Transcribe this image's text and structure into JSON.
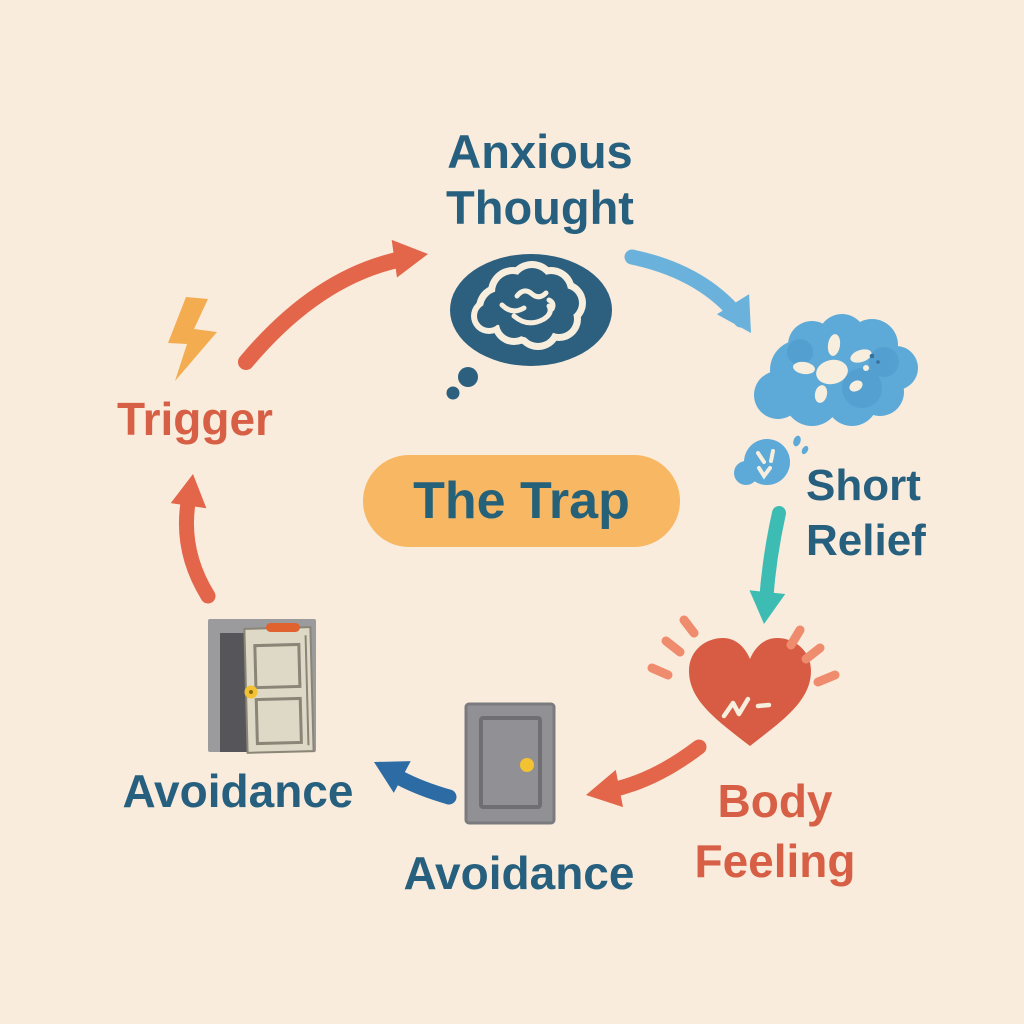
{
  "background_color": "#f9ecdc",
  "center_pill": {
    "label": "The Trap",
    "fill": "#f7b763",
    "text_color": "#256179"
  },
  "nodes": [
    {
      "id": "trigger",
      "label": "Trigger",
      "icon": "lightning-bolt-icon",
      "label_color": "#d75f45"
    },
    {
      "id": "anxious-thought",
      "label": "Anxious Thought",
      "icon": "thought-bubble-brain-icon",
      "label_color": "#27607f"
    },
    {
      "id": "short-relief",
      "label": "Short Relief",
      "icon": "relief-clouds-icon",
      "label_color": "#27607f"
    },
    {
      "id": "body-feeling",
      "label": "Body Feeling",
      "icon": "heart-pulse-icon",
      "label_color": "#d75f45"
    },
    {
      "id": "avoidance-closed-door",
      "label": "Avoidance",
      "icon": "closed-door-icon",
      "label_color": "#27607f"
    },
    {
      "id": "avoidance-open-door",
      "label": "Avoidance",
      "icon": "open-door-icon",
      "label_color": "#27607f"
    }
  ],
  "arrows": [
    {
      "from": "trigger",
      "to": "anxious-thought",
      "color": "#e3654a"
    },
    {
      "from": "anxious-thought",
      "to": "short-relief",
      "color": "#6ab1dc"
    },
    {
      "from": "short-relief",
      "to": "body-feeling",
      "color": "#3dbcb4"
    },
    {
      "from": "body-feeling",
      "to": "avoidance-closed-door",
      "color": "#e3654a"
    },
    {
      "from": "avoidance-closed-door",
      "to": "avoidance-open-door",
      "color": "#2c6ba3"
    },
    {
      "from": "avoidance-open-door",
      "to": "trigger",
      "color": "#e3654a"
    }
  ],
  "icon_colors": {
    "thought_bubble_blue": "#2d5f7e",
    "cream_ink": "#f7eedd",
    "cloud_blue": "#5da9d8",
    "cloud_shade_blue": "#4b98c9",
    "heart_red": "#d85c44",
    "heart_rays": "#ee8c6d",
    "lightning_yellow": "#f3ac50",
    "door_gray": "#919195",
    "door_frame_gray": "#9b9b9d",
    "door_opening_dark": "#56565a",
    "door_panel_cream": "#ded8c6",
    "door_line": "#8b8577",
    "knob_yellow": "#f2c233",
    "exit_sign_orange": "#e0622e"
  }
}
